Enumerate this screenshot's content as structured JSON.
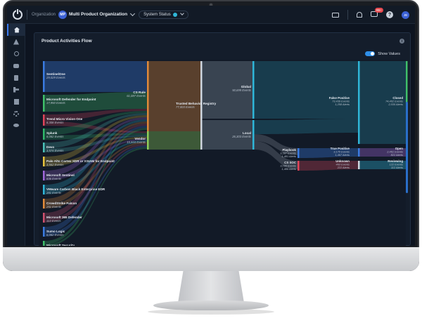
{
  "topbar": {
    "org_label": "Organization",
    "org_initials": "MP",
    "org_name": "Multi Product Organization",
    "system_status": "System Status",
    "notification_count": "99+",
    "help": "?",
    "user_initials": "JB"
  },
  "panel": {
    "title": "Product Activities Flow",
    "info": "i",
    "toggle_label": "Show Values"
  },
  "sources": [
    {
      "name": "SentinelOne",
      "value": "29,029 Events",
      "color": "#3a7be0"
    },
    {
      "name": "Microsoft Defender for Endpoint",
      "value": "17,950 Events",
      "color": "#3fbf6a"
    },
    {
      "name": "Trend Micro Vision One",
      "value": "8,308 Events",
      "color": "#e0455a"
    },
    {
      "name": "Splunk",
      "value": "8,082 Events",
      "color": "#2fb86a"
    },
    {
      "name": "Devo",
      "value": "3,574 Events",
      "color": "#4ac0b8"
    },
    {
      "name": "Palo Alto Cortex XDR or XSIAM for Endpoint",
      "value": "3,562 Events",
      "color": "#e6c23c"
    },
    {
      "name": "Microsoft Sentinel",
      "value": "836 Events",
      "color": "#a066d8"
    },
    {
      "name": "VMware Carbon Black Enterprise EDR",
      "value": "281 Events",
      "color": "#2fb6d8"
    },
    {
      "name": "CrowdStrike Falcon",
      "value": "251 Events",
      "color": "#e08a3a"
    },
    {
      "name": "Microsoft 365 Defender",
      "value": "113 Events",
      "color": "#d0506e"
    },
    {
      "name": "Sumo Logic",
      "value": "6,082 Events",
      "color": "#3a7be0"
    },
    {
      "name": "Microsoft Security",
      "value": "",
      "color": "#3fbf6a"
    }
  ],
  "stage1": [
    {
      "name": "CS Rule",
      "value": "61,087 Events",
      "color": "#e08a3a"
    },
    {
      "name": "Vendor",
      "value": "15,916 Events",
      "color": "#8fd05a"
    }
  ],
  "stage2": [
    {
      "name": "Trusted Behavior Registry",
      "value": "77,003 Events",
      "color": "#cfd6de"
    }
  ],
  "stage3": [
    {
      "name": "Global",
      "value": "50,699 Events",
      "color": "#2fb6d8"
    },
    {
      "name": "Local",
      "value": "26,303 Events",
      "color": "#2fb6d8"
    },
    {
      "name": "Playbook",
      "value": "3,587 Events",
      "value2": "1,481 Alerts",
      "color": "#3a7be0"
    },
    {
      "name": "CS SOC",
      "value": "3,096 Events",
      "value2": "1,486 Alerts",
      "color": "#e0455a"
    }
  ],
  "stage4": [
    {
      "name": "False Positive",
      "value": "73,439 Events",
      "value2": "1,258 Alerts",
      "color": "#2fb6d8"
    },
    {
      "name": "True Positive",
      "value": "3,170 Events",
      "value2": "1,467 Alerts",
      "color": "#3a7be0"
    },
    {
      "name": "Unknown",
      "value": "463 Events",
      "value2": "222 Alerts",
      "color": "#cfd6de"
    }
  ],
  "stage5": [
    {
      "name": "Closed",
      "value": "74,402 Events",
      "value2": "2,035 Alerts",
      "color": "#3fbf6a"
    },
    {
      "name": "Open",
      "value": "2,461 Events",
      "value2": "822 Alerts",
      "color": "#a066d8"
    },
    {
      "name": "Reviewing",
      "value": "122 Events",
      "value2": "112 Alerts",
      "color": "#2fb6d8"
    }
  ]
}
